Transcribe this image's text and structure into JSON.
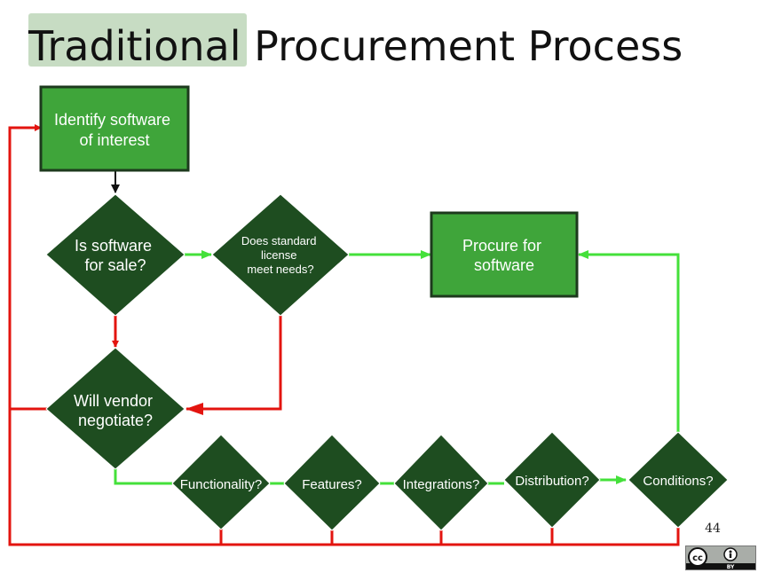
{
  "slide": {
    "title_highlighted": "Traditional",
    "title_rest": " Procurement Process",
    "page_number": "44",
    "license_badge": {
      "icon": "cc-by-icon",
      "label": "BY"
    }
  },
  "colors": {
    "box_fill": "#3fa53a",
    "box_border": "#1d3a1d",
    "diamond_fill": "#1e4d20",
    "yes_arrow": "#44e03a",
    "no_arrow": "#e3140f",
    "start_arrow": "#111111",
    "title_highlight": "#c7dcc3"
  },
  "nodes": {
    "identify": [
      "Identify software",
      "of interest"
    ],
    "for_sale": [
      "Is software",
      "for sale?"
    ],
    "standard_license": [
      "Does standard",
      "license",
      "meet needs?"
    ],
    "procure": [
      "Procure for",
      "software"
    ],
    "negotiate": [
      "Will vendor",
      "negotiate?"
    ],
    "functionality": [
      "Functionality?"
    ],
    "features": [
      "Features?"
    ],
    "integrations": [
      "Integrations?"
    ],
    "distribution": [
      "Distribution?"
    ],
    "conditions": [
      "Conditions?"
    ]
  }
}
